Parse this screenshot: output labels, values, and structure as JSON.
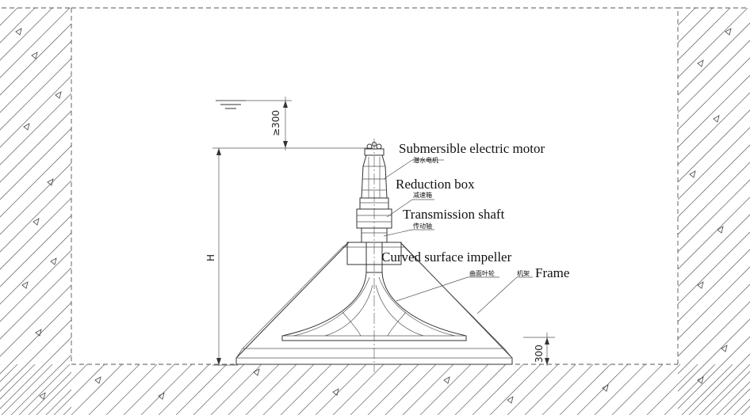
{
  "labels": {
    "motor_en": "Submersible electric motor",
    "motor_cn": "潜水电机",
    "reduction_en": "Reduction box",
    "reduction_cn": "减速箱",
    "shaft_en": "Transmission shaft",
    "shaft_cn": "传动轴",
    "impeller_en": "Curved surface impeller",
    "impeller_cn": "曲面叶轮",
    "frame_en": "Frame",
    "frame_cn": "机架"
  },
  "dimensions": {
    "top_clearance": "≥300",
    "height": "H",
    "bottom_clearance": "300"
  }
}
